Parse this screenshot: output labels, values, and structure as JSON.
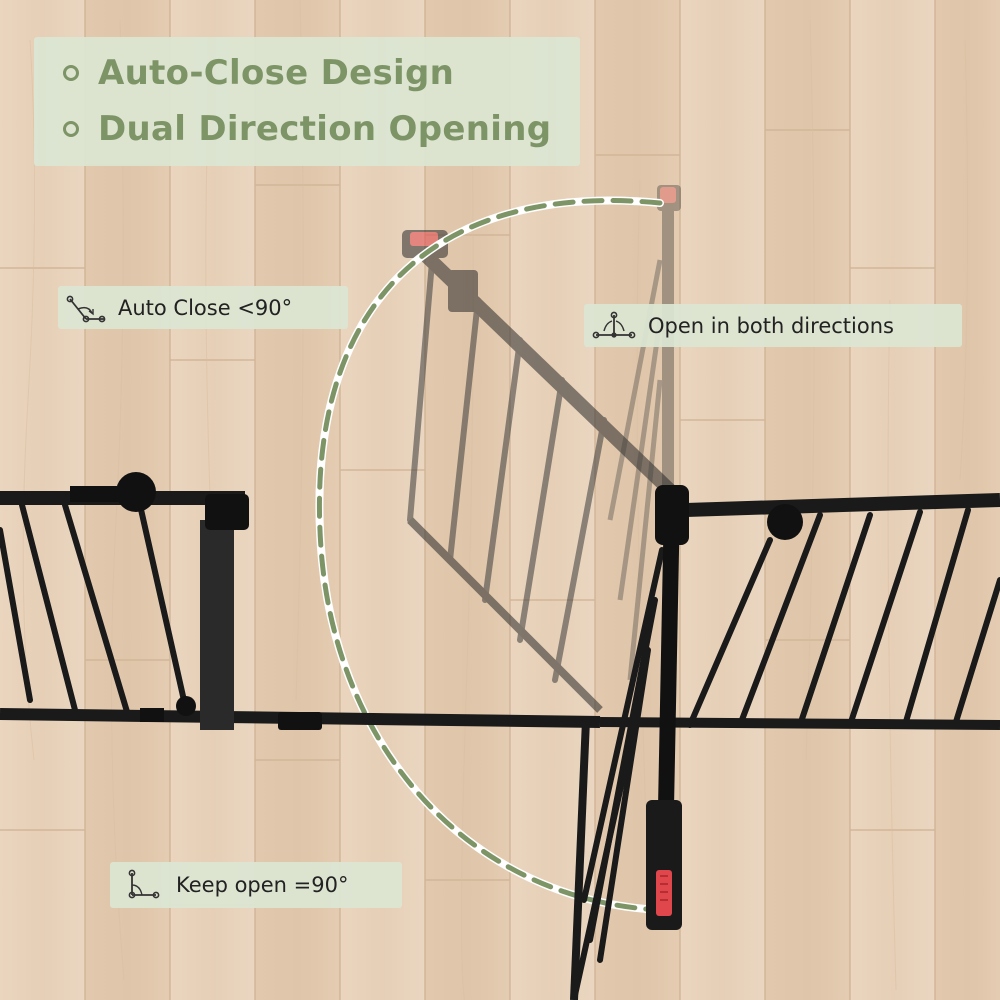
{
  "banner": {
    "line1": "Auto-Close Design",
    "line2": "Dual Direction Opening"
  },
  "labels": {
    "auto_close": "Auto Close <90°",
    "open_both": "Open in both directions",
    "keep_open": "Keep open =90°"
  },
  "icons": {
    "auto_close": "angle-rotate-icon",
    "open_both": "bidirectional-pivot-icon",
    "keep_open": "right-angle-icon"
  },
  "colors": {
    "banner_bg": "#dbe6d3",
    "banner_text": "#7d9466",
    "arc_dash": "#7d9466",
    "gate_metal": "#1a1a1a",
    "latch_red": "#e0474c",
    "floor_light": "#ecd8c3",
    "floor_dark": "#e0c6ab"
  }
}
